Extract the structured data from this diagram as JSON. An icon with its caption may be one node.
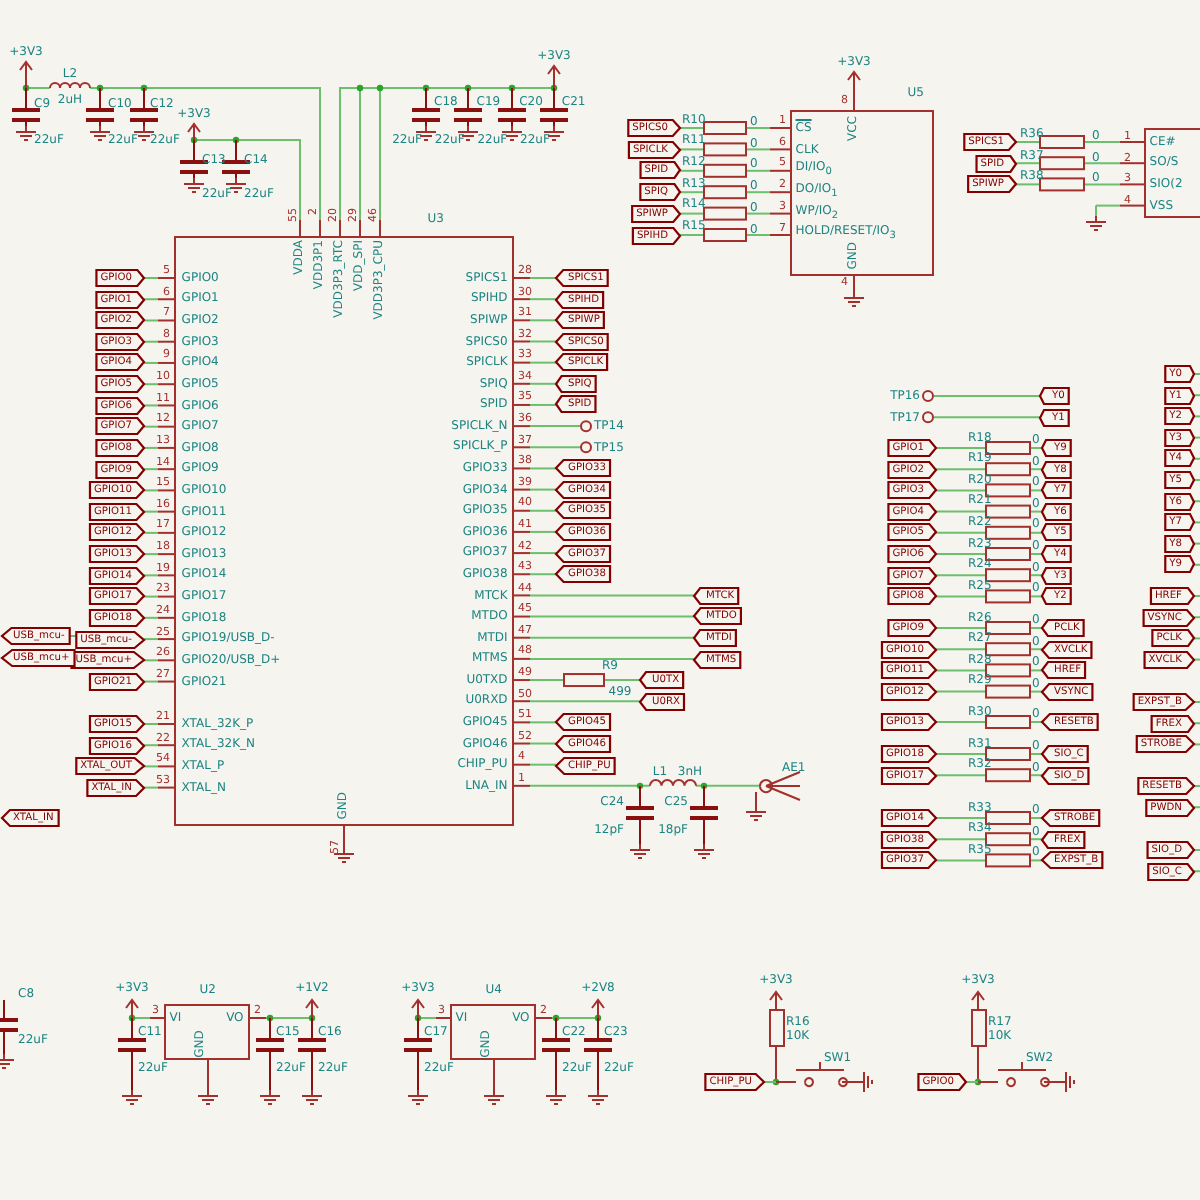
{
  "diagram": {
    "nodes": [
      {
        "text": [
          "U3",
          "VDDA",
          "VDD3P1",
          "VDD3P3_RTC",
          "VDD_SPI",
          "VDD3P3_CPU",
          "GPIO0",
          "GPIO1",
          "GPIO2",
          "GPIO3",
          "GPIO4",
          "GPIO5",
          "GPIO6",
          "GPIO7",
          "GPIO8",
          "GPIO9",
          "GPIO10",
          "GPIO11",
          "GPIO12",
          "GPIO13",
          "GPIO14",
          "GPIO17",
          "GPIO18",
          "GPIO19/USB_D-",
          "GPIO20/USB_D+",
          "GPIO21",
          "XTAL_32K_P",
          "XTAL_32K_N",
          "XTAL_P",
          "XTAL_N",
          "SPICS1",
          "SPIHD",
          "SPIWP",
          "SPICS0",
          "SPICLK",
          "SPIQ",
          "SPID",
          "SPICLK_N",
          "SPICLK_P",
          "GPIO33",
          "GPIO34",
          "GPIO35",
          "GPIO36",
          "GPIO37",
          "GPIO38",
          "MTCK",
          "MTDO",
          "MTDI",
          "MTMS",
          "U0TXD",
          "U0RXD",
          "GPIO45",
          "GPIO46",
          "CHIP_PU",
          "LNA_IN",
          "GND"
        ]
      },
      {
        "text": [
          "U5",
          "VCC",
          "CS",
          "CLK",
          "DI/IO$_{0}$",
          "DO/IO$_{1}$",
          "WP/IO$_{2}$",
          "HOLD/RESET/IO$_{3}$",
          "GND"
        ]
      },
      {
        "text": [
          "CE#",
          "SO/S",
          "SIO(2",
          "VSS"
        ]
      },
      {
        "text": [
          "U2",
          "VI",
          "VO",
          "GND"
        ]
      },
      {
        "text": [
          "U4",
          "VI",
          "VO",
          "GND"
        ]
      }
    ],
    "labels": [
      "+3V3",
      "C9",
      "22uF",
      "L2",
      "2uH",
      "C10",
      "22uF",
      "C12",
      "22uF",
      "+3V3",
      "C13",
      "22uF",
      "C14",
      "22uF",
      "C18",
      "22uF",
      "C19",
      "22uF",
      "C20",
      "22uF",
      "C21",
      "22uF",
      "+3V3",
      "55",
      "2",
      "20",
      "29",
      "46",
      "5",
      "6",
      "7",
      "8",
      "9",
      "10",
      "11",
      "12",
      "13",
      "14",
      "15",
      "16",
      "17",
      "18",
      "19",
      "23",
      "24",
      "25",
      "26",
      "27",
      "21",
      "22",
      "54",
      "53",
      "28",
      "30",
      "31",
      "32",
      "33",
      "34",
      "35",
      "36",
      "37",
      "38",
      "39",
      "40",
      "41",
      "42",
      "43",
      "44",
      "45",
      "47",
      "48",
      "49",
      "50",
      "51",
      "52",
      "4",
      "1",
      "57",
      "GPIO0",
      "GPIO1",
      "GPIO2",
      "GPIO3",
      "GPIO4",
      "GPIO5",
      "GPIO6",
      "GPIO7",
      "GPIO8",
      "GPIO9",
      "GPIO10",
      "GPIO11",
      "GPIO12",
      "GPIO13",
      "GPIO14",
      "GPIO17",
      "GPIO18",
      "USB_mcu-",
      "USB_mcu+",
      "GPIO21",
      "USB_mcu-",
      "USB_mcu+",
      "GPIO15",
      "GPIO16",
      "XTAL_OUT",
      "XTAL_IN",
      "XTAL_IN",
      "SPICS1",
      "SPIHD",
      "SPIWP",
      "SPICS0",
      "SPICLK",
      "SPIQ",
      "SPID",
      "TP14",
      "TP15",
      "GPIO33",
      "GPIO34",
      "GPIO35",
      "GPIO36",
      "GPIO37",
      "GPIO38",
      "MTCK",
      "MTDO",
      "MTDI",
      "MTMS",
      "R9",
      "499",
      "U0TX",
      "U0RX",
      "GPIO45",
      "GPIO46",
      "CHIP_PU",
      "L1",
      "3nH",
      "C24",
      "12pF",
      "C25",
      "18pF",
      "AE1",
      "+3V3",
      "8",
      "1",
      "6",
      "5",
      "2",
      "3",
      "7",
      "4",
      "SPICS0",
      "SPICLK",
      "SPID",
      "SPIQ",
      "SPIWP",
      "SPIHD",
      "R10",
      "R11",
      "R12",
      "R13",
      "R14",
      "R15",
      "0",
      "0",
      "0",
      "0",
      "0",
      "0",
      "SPICS1",
      "SPID",
      "SPIWP",
      "R36",
      "R37",
      "R38",
      "0",
      "0",
      "0",
      "1",
      "2",
      "3",
      "4",
      "TP16",
      "TP17",
      "Y0",
      "Y1",
      "GPIO1",
      "GPIO2",
      "GPIO3",
      "GPIO4",
      "GPIO5",
      "GPIO6",
      "GPIO7",
      "GPIO8",
      "R18",
      "R19",
      "R20",
      "R21",
      "R22",
      "R23",
      "R24",
      "R25",
      "0",
      "0",
      "0",
      "0",
      "0",
      "0",
      "0",
      "0",
      "Y9",
      "Y8",
      "Y7",
      "Y6",
      "Y5",
      "Y4",
      "Y3",
      "Y2",
      "GPIO9",
      "GPIO10",
      "GPIO11",
      "GPIO12",
      "R26",
      "R27",
      "R28",
      "R29",
      "0",
      "0",
      "0",
      "0",
      "PCLK",
      "XVCLK",
      "HREF",
      "VSYNC",
      "GPIO13",
      "R30",
      "0",
      "RESETB",
      "GPIO18",
      "GPIO17",
      "R31",
      "R32",
      "0",
      "0",
      "SIO_C",
      "SIO_D",
      "GPIO14",
      "GPIO38",
      "GPIO37",
      "R33",
      "R34",
      "R35",
      "0",
      "0",
      "0",
      "STROBE",
      "FREX",
      "EXPST_B",
      "Y0",
      "Y1",
      "Y2",
      "Y3",
      "Y4",
      "Y5",
      "Y6",
      "Y7",
      "Y8",
      "Y9",
      "HREF",
      "VSYNC",
      "PCLK",
      "XVCLK",
      "EXPST_B",
      "FREX",
      "STROBE",
      "RESETB",
      "PWDN",
      "SIO_D",
      "SIO_C",
      "C8",
      "22uF",
      "+3V3",
      "3",
      "2",
      "+1V2",
      "C11",
      "22uF",
      "C15",
      "22uF",
      "C16",
      "22uF",
      "+3V3",
      "3",
      "2",
      "+2V8",
      "C17",
      "22uF",
      "C22",
      "22uF",
      "C23",
      "22uF",
      "+3V3",
      "R16",
      "10K",
      "SW1",
      "CHIP_PU",
      "+3V3",
      "R17",
      "10K",
      "SW2",
      "GPIO0"
    ]
  }
}
